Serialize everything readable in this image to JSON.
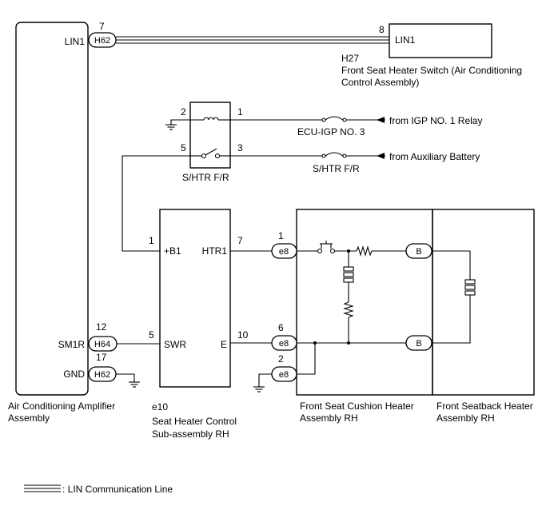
{
  "components": {
    "ac_amplifier": {
      "name_line1": "Air Conditioning Amplifier",
      "name_line2": "Assembly"
    },
    "heater_switch": {
      "label": "LIN1",
      "code": "H27",
      "name_line1": "Front Seat Heater Switch (Air Conditioning",
      "name_line2": "Control Assembly)"
    },
    "relay": {
      "label": "S/HTR F/R"
    },
    "control_sub": {
      "code": "e10",
      "name_line1": "Seat Heater Control",
      "name_line2": "Sub-assembly RH",
      "pin_b1": "+B1",
      "pin_htr1": "HTR1",
      "pin_swr": "SWR",
      "pin_e": "E"
    },
    "cushion_heater": {
      "name_line1": "Front Seat Cushion Heater",
      "name_line2": "Assembly RH"
    },
    "seatback_heater": {
      "name_line1": "Front Seatback Heater",
      "name_line2": "Assembly RH"
    }
  },
  "pins": {
    "amp_lin1": "LIN1",
    "amp_sm1r": "SM1R",
    "amp_gnd": "GND",
    "n7_top": "7",
    "n8": "8",
    "n2_relay": "2",
    "n1_relay": "1",
    "n5_relay": "5",
    "n3_relay": "3",
    "n1_b1": "1",
    "n7_htr": "7",
    "n5_swr": "5",
    "n10_e": "10",
    "n12": "12",
    "n17": "17",
    "n1_e8": "1",
    "n6_e8": "6",
    "n2_e8": "2"
  },
  "connectors": {
    "h62": "H62",
    "h64": "H64",
    "e8": "e8",
    "b": "B"
  },
  "fuses": {
    "ecu_igp": "ECU-IGP NO. 3",
    "shtr": "S/HTR F/R"
  },
  "sources": {
    "igp": "from IGP NO. 1 Relay",
    "aux": "from Auxiliary Battery"
  },
  "legend": {
    "text": ": LIN Communication Line"
  }
}
